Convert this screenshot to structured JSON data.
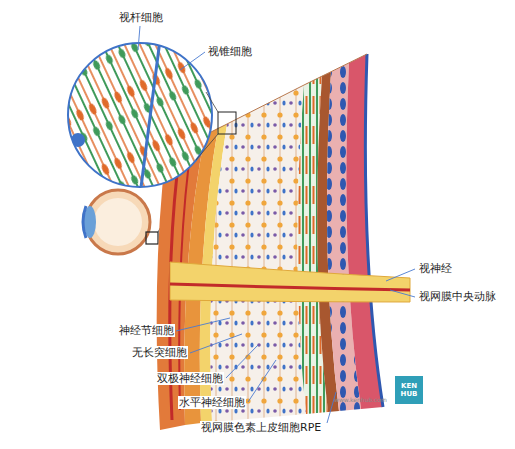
{
  "diagram": {
    "nodes": [
      {
        "text": [
          "KEN HUB"
        ]
      }
    ],
    "labels": [
      "视杆细胞",
      "视锥细胞",
      "视神经",
      "视网膜中央动脉",
      "神经节细胞",
      "无长突细胞",
      "双极神经细胞",
      "水平神经细胞",
      "视网膜色素上皮细胞RPE",
      "www.kenhub.com"
    ]
  }
}
